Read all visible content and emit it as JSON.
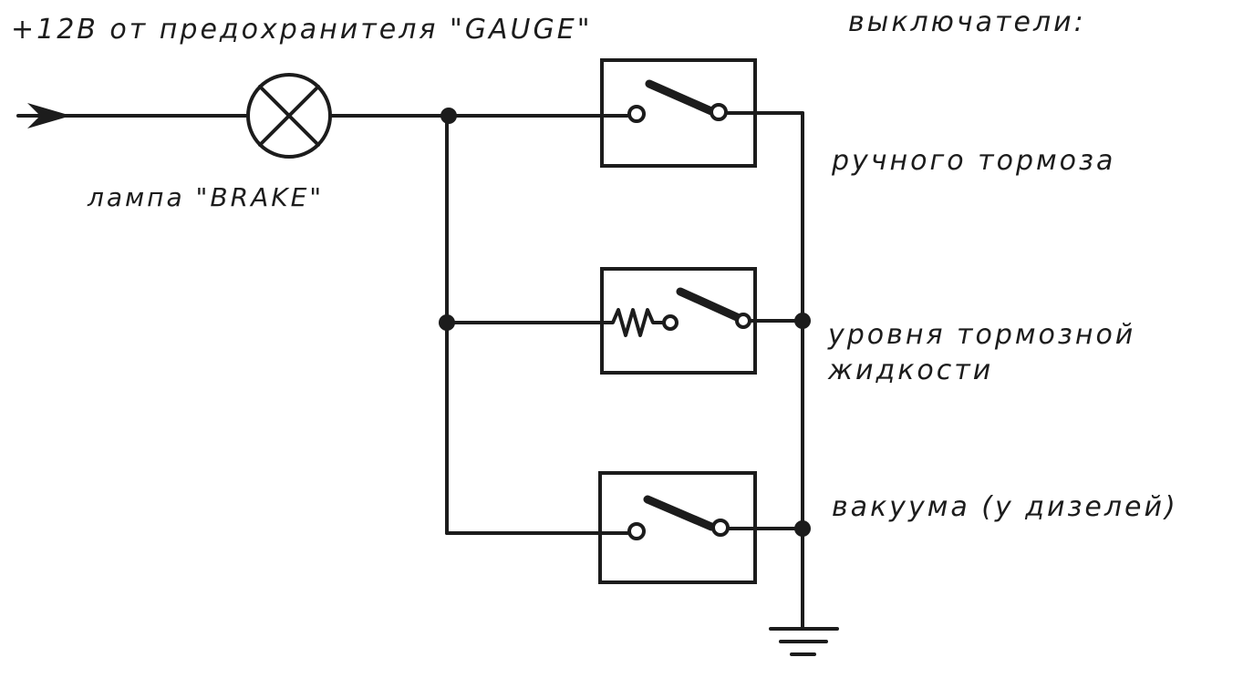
{
  "labels": {
    "supply": "+12В от предохранителя \"GAUGE\"",
    "lamp": "лампа \"BRAKE\"",
    "switches_heading": "выключатели:",
    "handbrake_switch": "ручного тормоза",
    "fluid_level_switch_line1": "уровня тормозной",
    "fluid_level_switch_line2": "жидкости",
    "vacuum_switch": "вакуума (у дизелей)"
  },
  "icons": {
    "input": "arrow-right-icon",
    "lamp": "lamp-icon",
    "switch": "switch-icon",
    "ground": "ground-icon"
  },
  "colors": {
    "ink": "#1c1c1c",
    "paper": "#ffffff"
  }
}
